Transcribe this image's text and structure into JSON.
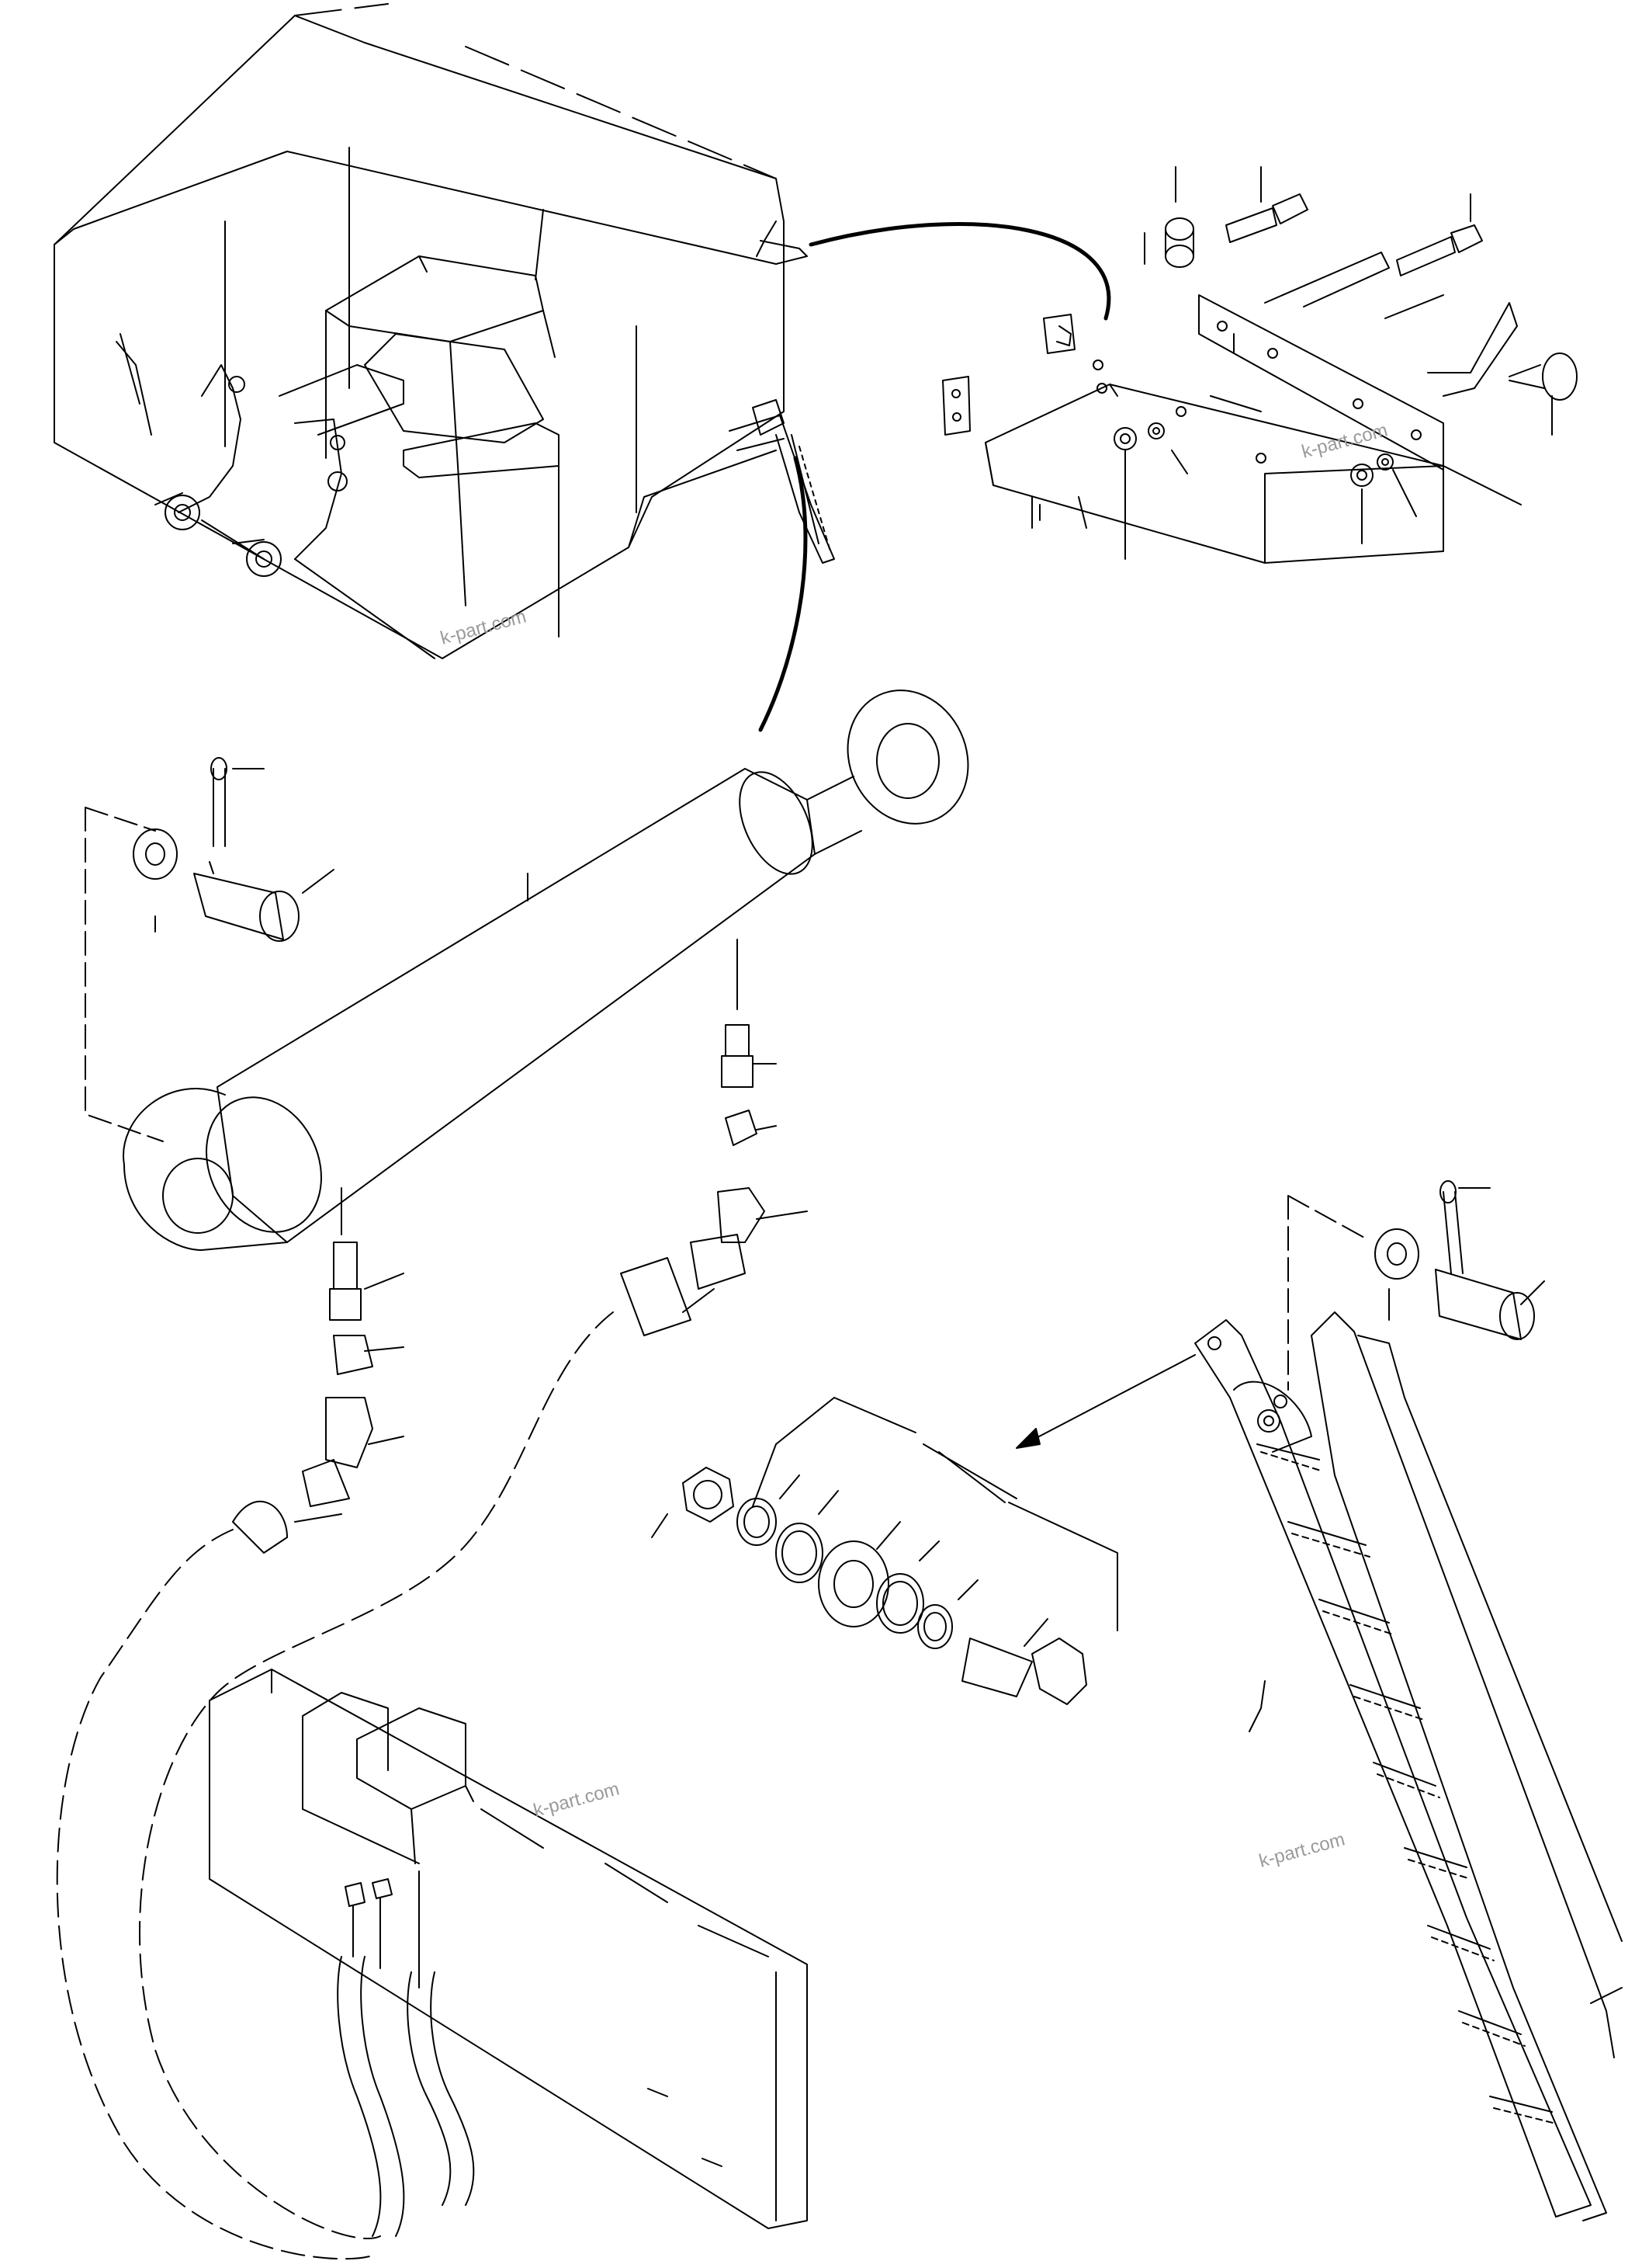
{
  "diagram": {
    "watermarks": [
      "k-part.com",
      "k-part.com",
      "k-part.com",
      "k-part.com"
    ],
    "line_color": "#000000",
    "background": "#ffffff"
  }
}
